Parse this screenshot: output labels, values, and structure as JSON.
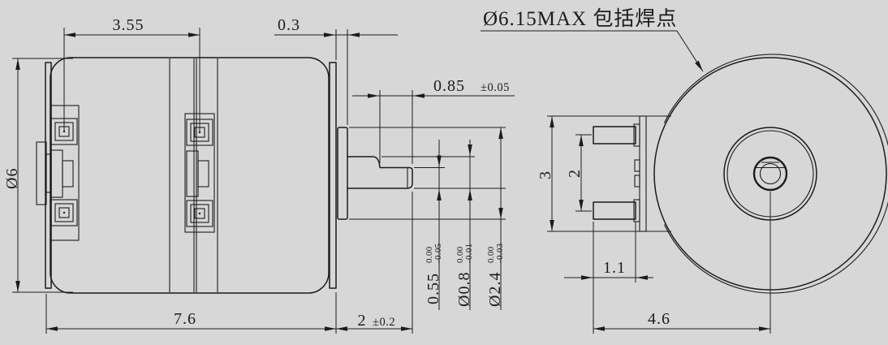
{
  "app": {
    "background_color": "#d7d7d7",
    "line_color": "#1c1c1c",
    "drawing_type": "mechanical part drawing, coreless motor, 2 views"
  },
  "views": {
    "side_view": "motor side view with shaft",
    "end_view": "motor end view with terminals and bracket"
  },
  "dimensions": {
    "terminal_pitch_side": "3.55",
    "bushing_protrusion": "0.3",
    "note_max_envelope": "Ø6.15MAX 包括焊点",
    "flat_length": "0.85",
    "flat_length_tol": "±0.05",
    "body_diameter": "Ø6",
    "flat_height": "0.55",
    "flat_height_tol_upper": "0.00",
    "flat_height_tol_lower": "-0.05",
    "shaft_diameter": "Ø0.8",
    "shaft_diameter_tol_upper": "0.00",
    "shaft_diameter_tol_lower": "-0.01",
    "bushing_diameter": "Ø2.4",
    "bushing_diameter_tol_upper": "0.00",
    "bushing_diameter_tol_lower": "-0.03",
    "body_length": "7.6",
    "shaft_length": "2",
    "shaft_length_tol": "±0.2",
    "bracket_height": "3",
    "terminal_pitch_end": "2",
    "terminal_length": "1.1",
    "terminal_to_axis": "4.6"
  }
}
